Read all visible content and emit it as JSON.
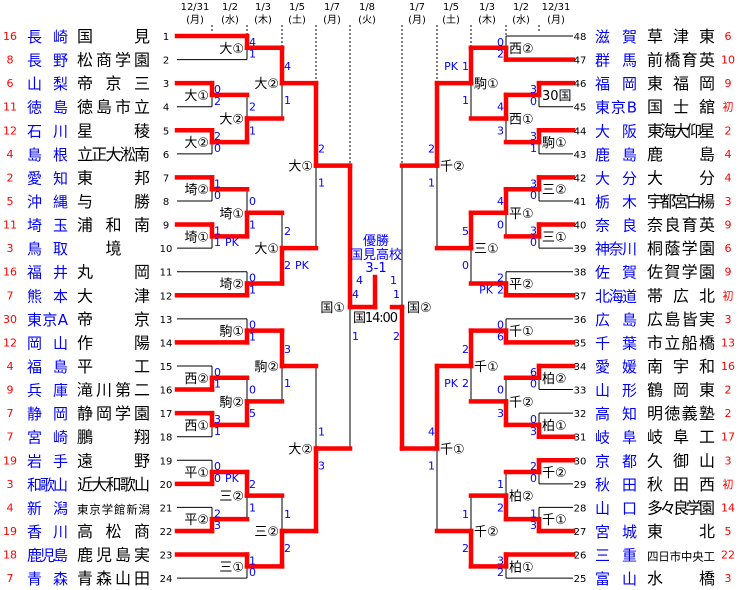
{
  "colors": {
    "win_line": "#ff0000",
    "line": "#000000",
    "score": "#0000ff",
    "count": "#ff0000",
    "pref": "#0000ff"
  },
  "headers": {
    "left": [
      {
        "date": "12/31",
        "day": "(月)"
      },
      {
        "date": "1/2",
        "day": "(水)"
      },
      {
        "date": "1/3",
        "day": "(木)"
      },
      {
        "date": "1/5",
        "day": "(土)"
      },
      {
        "date": "1/7",
        "day": "(月)"
      }
    ],
    "center": {
      "date": "1/8",
      "day": "(火)"
    },
    "right": [
      {
        "date": "1/7",
        "day": "(月)"
      },
      {
        "date": "1/5",
        "day": "(土)"
      },
      {
        "date": "1/3",
        "day": "(木)"
      },
      {
        "date": "1/2",
        "day": "(水)"
      },
      {
        "date": "12/31",
        "day": "(月)"
      }
    ]
  },
  "final": {
    "title": "優勝",
    "champion": "国見高校",
    "score": "3-1",
    "venue_time": "国14:00",
    "scores": [
      4,
      1
    ]
  },
  "left": {
    "teams": [
      {
        "no": "1",
        "count": "16",
        "pref": "長崎",
        "school": "国見"
      },
      {
        "no": "2",
        "count": "8",
        "pref": "長野",
        "school": "松商学園"
      },
      {
        "no": "3",
        "count": "6",
        "pref": "山梨",
        "school": "帝京三"
      },
      {
        "no": "4",
        "count": "11",
        "pref": "徳島",
        "school": "徳島市立"
      },
      {
        "no": "5",
        "count": "12",
        "pref": "石川",
        "school": "星稜"
      },
      {
        "no": "6",
        "count": "4",
        "pref": "島根",
        "school": "立正大淞南"
      },
      {
        "no": "7",
        "count": "2",
        "pref": "愛知",
        "school": "東邦"
      },
      {
        "no": "8",
        "count": "5",
        "pref": "沖縄",
        "school": "与勝"
      },
      {
        "no": "9",
        "count": "11",
        "pref": "埼玉",
        "school": "浦和南"
      },
      {
        "no": "10",
        "count": "3",
        "pref": "鳥取",
        "school": "境"
      },
      {
        "no": "11",
        "count": "16",
        "pref": "福井",
        "school": "丸岡"
      },
      {
        "no": "12",
        "count": "7",
        "pref": "熊本",
        "school": "大津"
      },
      {
        "no": "13",
        "count": "30",
        "pref": "東京A",
        "school": "帝京"
      },
      {
        "no": "14",
        "count": "12",
        "pref": "岡山",
        "school": "作陽"
      },
      {
        "no": "15",
        "count": "4",
        "pref": "福島",
        "school": "平工"
      },
      {
        "no": "16",
        "count": "9",
        "pref": "兵庫",
        "school": "滝川第二"
      },
      {
        "no": "17",
        "count": "7",
        "pref": "静岡",
        "school": "静岡学園"
      },
      {
        "no": "18",
        "count": "7",
        "pref": "宮崎",
        "school": "鵬翔"
      },
      {
        "no": "19",
        "count": "19",
        "pref": "岩手",
        "school": "遠野"
      },
      {
        "no": "20",
        "count": "3",
        "pref": "和歌山",
        "school": "近大和歌山"
      },
      {
        "no": "21",
        "count": "4",
        "pref": "新潟",
        "school": "東京学館新潟"
      },
      {
        "no": "22",
        "count": "19",
        "pref": "香川",
        "school": "高松商"
      },
      {
        "no": "23",
        "count": "18",
        "pref": "鹿児島",
        "school": "鹿児島実"
      },
      {
        "no": "24",
        "count": "7",
        "pref": "青森",
        "school": "青森山田"
      }
    ],
    "round1": [
      {
        "label": "大①",
        "scores": [
          0,
          2
        ],
        "winner": 0
      },
      {
        "label": "大②",
        "scores": [
          2,
          0
        ],
        "winner": 0
      },
      {
        "label": "埼②",
        "scores": [
          1,
          0
        ],
        "winner": 0
      },
      {
        "label": "埼①",
        "scores": [
          1,
          1
        ],
        "winner": 0,
        "pk": "PK",
        "pk_side": 1
      },
      {
        "label": "西②",
        "scores": [
          0,
          1
        ],
        "winner": 1
      },
      {
        "label": "西①",
        "scores": [
          3,
          1
        ],
        "winner": 0
      },
      {
        "label": "平①",
        "scores": [
          0,
          0
        ],
        "winner": 1,
        "pk": "PK",
        "pk_side": 1
      },
      {
        "label": "平②",
        "scores": [
          2,
          3
        ],
        "winner": 1
      }
    ],
    "round2": [
      {
        "label": "大①",
        "scores": [
          4,
          1
        ],
        "winner": 0
      },
      {
        "label": "大②",
        "scores": [
          2,
          1
        ],
        "winner": 1
      },
      {
        "label": "埼①",
        "scores": [
          0,
          1
        ],
        "winner": 1
      },
      {
        "label": "埼②",
        "scores": [
          0,
          1
        ],
        "winner": 1
      },
      {
        "label": "駒①",
        "scores": [
          0,
          1
        ],
        "winner": 1
      },
      {
        "label": "駒②",
        "scores": [
          0,
          5
        ],
        "winner": 1
      },
      {
        "label": "三②",
        "scores": [
          2,
          1
        ],
        "winner": 0
      },
      {
        "label": "三①",
        "scores": [
          1,
          0
        ],
        "winner": 0
      }
    ],
    "round3": [
      {
        "label": "大②",
        "scores": [
          4,
          1
        ],
        "winner": 0
      },
      {
        "label": "大①",
        "scores": [
          2,
          2
        ],
        "winner": 1,
        "pk": "PK",
        "pk_side": 1
      },
      {
        "label": "駒②",
        "scores": [
          3,
          1
        ],
        "winner": 0
      },
      {
        "label": "三②",
        "scores": [
          1,
          2
        ],
        "winner": 1
      }
    ],
    "round4": [
      {
        "label": "大①",
        "scores": [
          2,
          1
        ],
        "winner": 0
      },
      {
        "label": "大②",
        "scores": [
          1,
          3
        ],
        "winner": 1
      }
    ],
    "semifinal": {
      "label": "国①",
      "scores": [
        4,
        1
      ],
      "winner": 0
    }
  },
  "right": {
    "teams": [
      {
        "no": "48",
        "count": "6",
        "pref": "滋賀",
        "school": "草津東"
      },
      {
        "no": "47",
        "count": "10",
        "pref": "群馬",
        "school": "前橋育英"
      },
      {
        "no": "46",
        "count": "9",
        "pref": "福岡",
        "school": "東福岡"
      },
      {
        "no": "45",
        "count": "初",
        "pref": "東京B",
        "school": "国士舘"
      },
      {
        "no": "44",
        "count": "2",
        "pref": "大阪",
        "school": "東海大仰星"
      },
      {
        "no": "43",
        "count": "4",
        "pref": "鹿島",
        "school": "鹿島"
      },
      {
        "no": "42",
        "count": "4",
        "pref": "大分",
        "school": "大分"
      },
      {
        "no": "41",
        "count": "3",
        "pref": "栃木",
        "school": "宇都宮白楊"
      },
      {
        "no": "40",
        "count": "9",
        "pref": "奈良",
        "school": "奈良育英"
      },
      {
        "no": "39",
        "count": "6",
        "pref": "神奈川",
        "school": "桐蔭学園"
      },
      {
        "no": "38",
        "count": "9",
        "pref": "佐賀",
        "school": "佐賀学園"
      },
      {
        "no": "37",
        "count": "初",
        "pref": "北海道",
        "school": "帯広北"
      },
      {
        "no": "36",
        "count": "3",
        "pref": "広島",
        "school": "広島皆実"
      },
      {
        "no": "35",
        "count": "13",
        "pref": "千葉",
        "school": "市立船橋"
      },
      {
        "no": "34",
        "count": "16",
        "pref": "愛媛",
        "school": "南宇和"
      },
      {
        "no": "33",
        "count": "2",
        "pref": "山形",
        "school": "鶴岡東"
      },
      {
        "no": "32",
        "count": "2",
        "pref": "高知",
        "school": "明徳義塾"
      },
      {
        "no": "31",
        "count": "17",
        "pref": "岐阜",
        "school": "岐阜工"
      },
      {
        "no": "30",
        "count": "3",
        "pref": "京都",
        "school": "久御山"
      },
      {
        "no": "29",
        "count": "初",
        "pref": "秋田",
        "school": "秋田西"
      },
      {
        "no": "28",
        "count": "14",
        "pref": "山口",
        "school": "多々良学園"
      },
      {
        "no": "27",
        "count": "5",
        "pref": "宮城",
        "school": "東北"
      },
      {
        "no": "26",
        "count": "22",
        "pref": "三重",
        "school": "四日市中央工"
      },
      {
        "no": "25",
        "count": "3",
        "pref": "富山",
        "school": "水橋"
      }
    ],
    "round1": [
      {
        "label": "30国",
        "scores": [
          3,
          0
        ],
        "winner": 0
      },
      {
        "label": "駒①",
        "scores": [
          3,
          1
        ],
        "winner": 0
      },
      {
        "label": "三②",
        "scores": [
          3,
          0
        ],
        "winner": 0
      },
      {
        "label": "三①",
        "scores": [
          3,
          0
        ],
        "winner": 0
      },
      {
        "label": "柏②",
        "scores": [
          6,
          0
        ],
        "winner": 0
      },
      {
        "label": "柏①",
        "scores": [
          0,
          3
        ],
        "winner": 1
      },
      {
        "label": "千②",
        "scores": [
          2,
          0
        ],
        "winner": 0
      },
      {
        "label": "千①",
        "scores": [
          1,
          3
        ],
        "winner": 1
      }
    ],
    "round2": [
      {
        "label": "西②",
        "scores": [
          0,
          2
        ],
        "winner": 1
      },
      {
        "label": "西①",
        "scores": [
          4,
          3
        ],
        "winner": 0
      },
      {
        "label": "平①",
        "scores": [
          4,
          0
        ],
        "winner": 0
      },
      {
        "label": "平②",
        "scores": [
          2,
          2
        ],
        "winner": 1,
        "pk": "PK",
        "pk_side": 1
      },
      {
        "label": "千①",
        "scores": [
          0,
          6
        ],
        "winner": 1
      },
      {
        "label": "千②",
        "scores": [
          0,
          3
        ],
        "winner": 1
      },
      {
        "label": "柏②",
        "scores": [
          1,
          2
        ],
        "winner": 1
      },
      {
        "label": "柏①",
        "scores": [
          3,
          2
        ],
        "winner": 0
      }
    ],
    "round3": [
      {
        "label": "駒①",
        "scores": [
          1,
          1
        ],
        "winner": 0,
        "pk": "PK",
        "pk_side": 0
      },
      {
        "label": "三①",
        "scores": [
          5,
          0
        ],
        "winner": 0
      },
      {
        "label": "千①",
        "scores": [
          2,
          2
        ],
        "winner": 0,
        "pk": "PK",
        "pk_side": 1
      },
      {
        "label": "千②",
        "scores": [
          1,
          2
        ],
        "winner": 1
      }
    ],
    "round4": [
      {
        "label": "千②",
        "scores": [
          2,
          1
        ],
        "winner": 0
      },
      {
        "label": "千①",
        "scores": [
          4,
          1
        ],
        "winner": 0
      }
    ],
    "semifinal": {
      "label": "国②",
      "scores": [
        1,
        2
      ],
      "winner": 1
    }
  }
}
